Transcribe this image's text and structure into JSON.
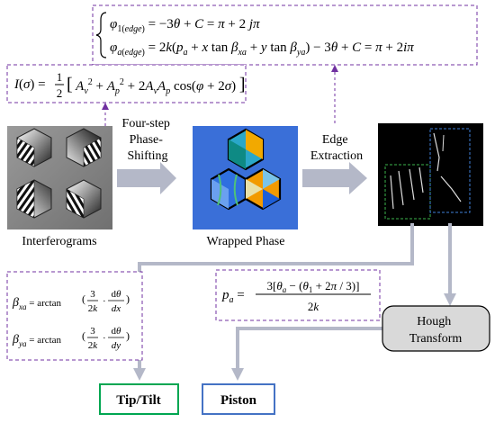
{
  "labels": {
    "interferograms": "Interferograms",
    "wrapped_phase": "Wrapped Phase",
    "step1": [
      "Four-step",
      "Phase-",
      "Shifting"
    ],
    "step2": [
      "Edge",
      "Extraction"
    ],
    "hough": [
      "Hough",
      "Transform"
    ],
    "tip_tilt": "Tip/Tilt",
    "piston": "Piston"
  },
  "equations": {
    "intensity": "I(σ) = ½ [ Aᵥ² + Aₚ² + 2AᵥAₚ cos(φ + 2σ) ]",
    "phi1": "φ1(edge) = −3θ + C = π + 2jπ",
    "phia": "φa(edge) = 2k(pa + x tan βxa + y tan βya) − 3θ + C = π + 2iπ",
    "beta_xa": "βxa = arctan( 3/2k · dθ/dx )",
    "beta_ya": "βya = arctan( 3/2k · dθ/dy )",
    "pa": "pa = 3[θa − (θ1 + 2π/3)] / 2k"
  },
  "colors": {
    "arrow_gray": "#b4b8c8",
    "dashed_purple": "#7030a0",
    "tip_tilt_border": "#00a651",
    "piston_border": "#4472c4",
    "hough_fill": "#d9d9d9",
    "edge_green": "#3cb44b",
    "edge_blue": "#3f7fd8"
  }
}
